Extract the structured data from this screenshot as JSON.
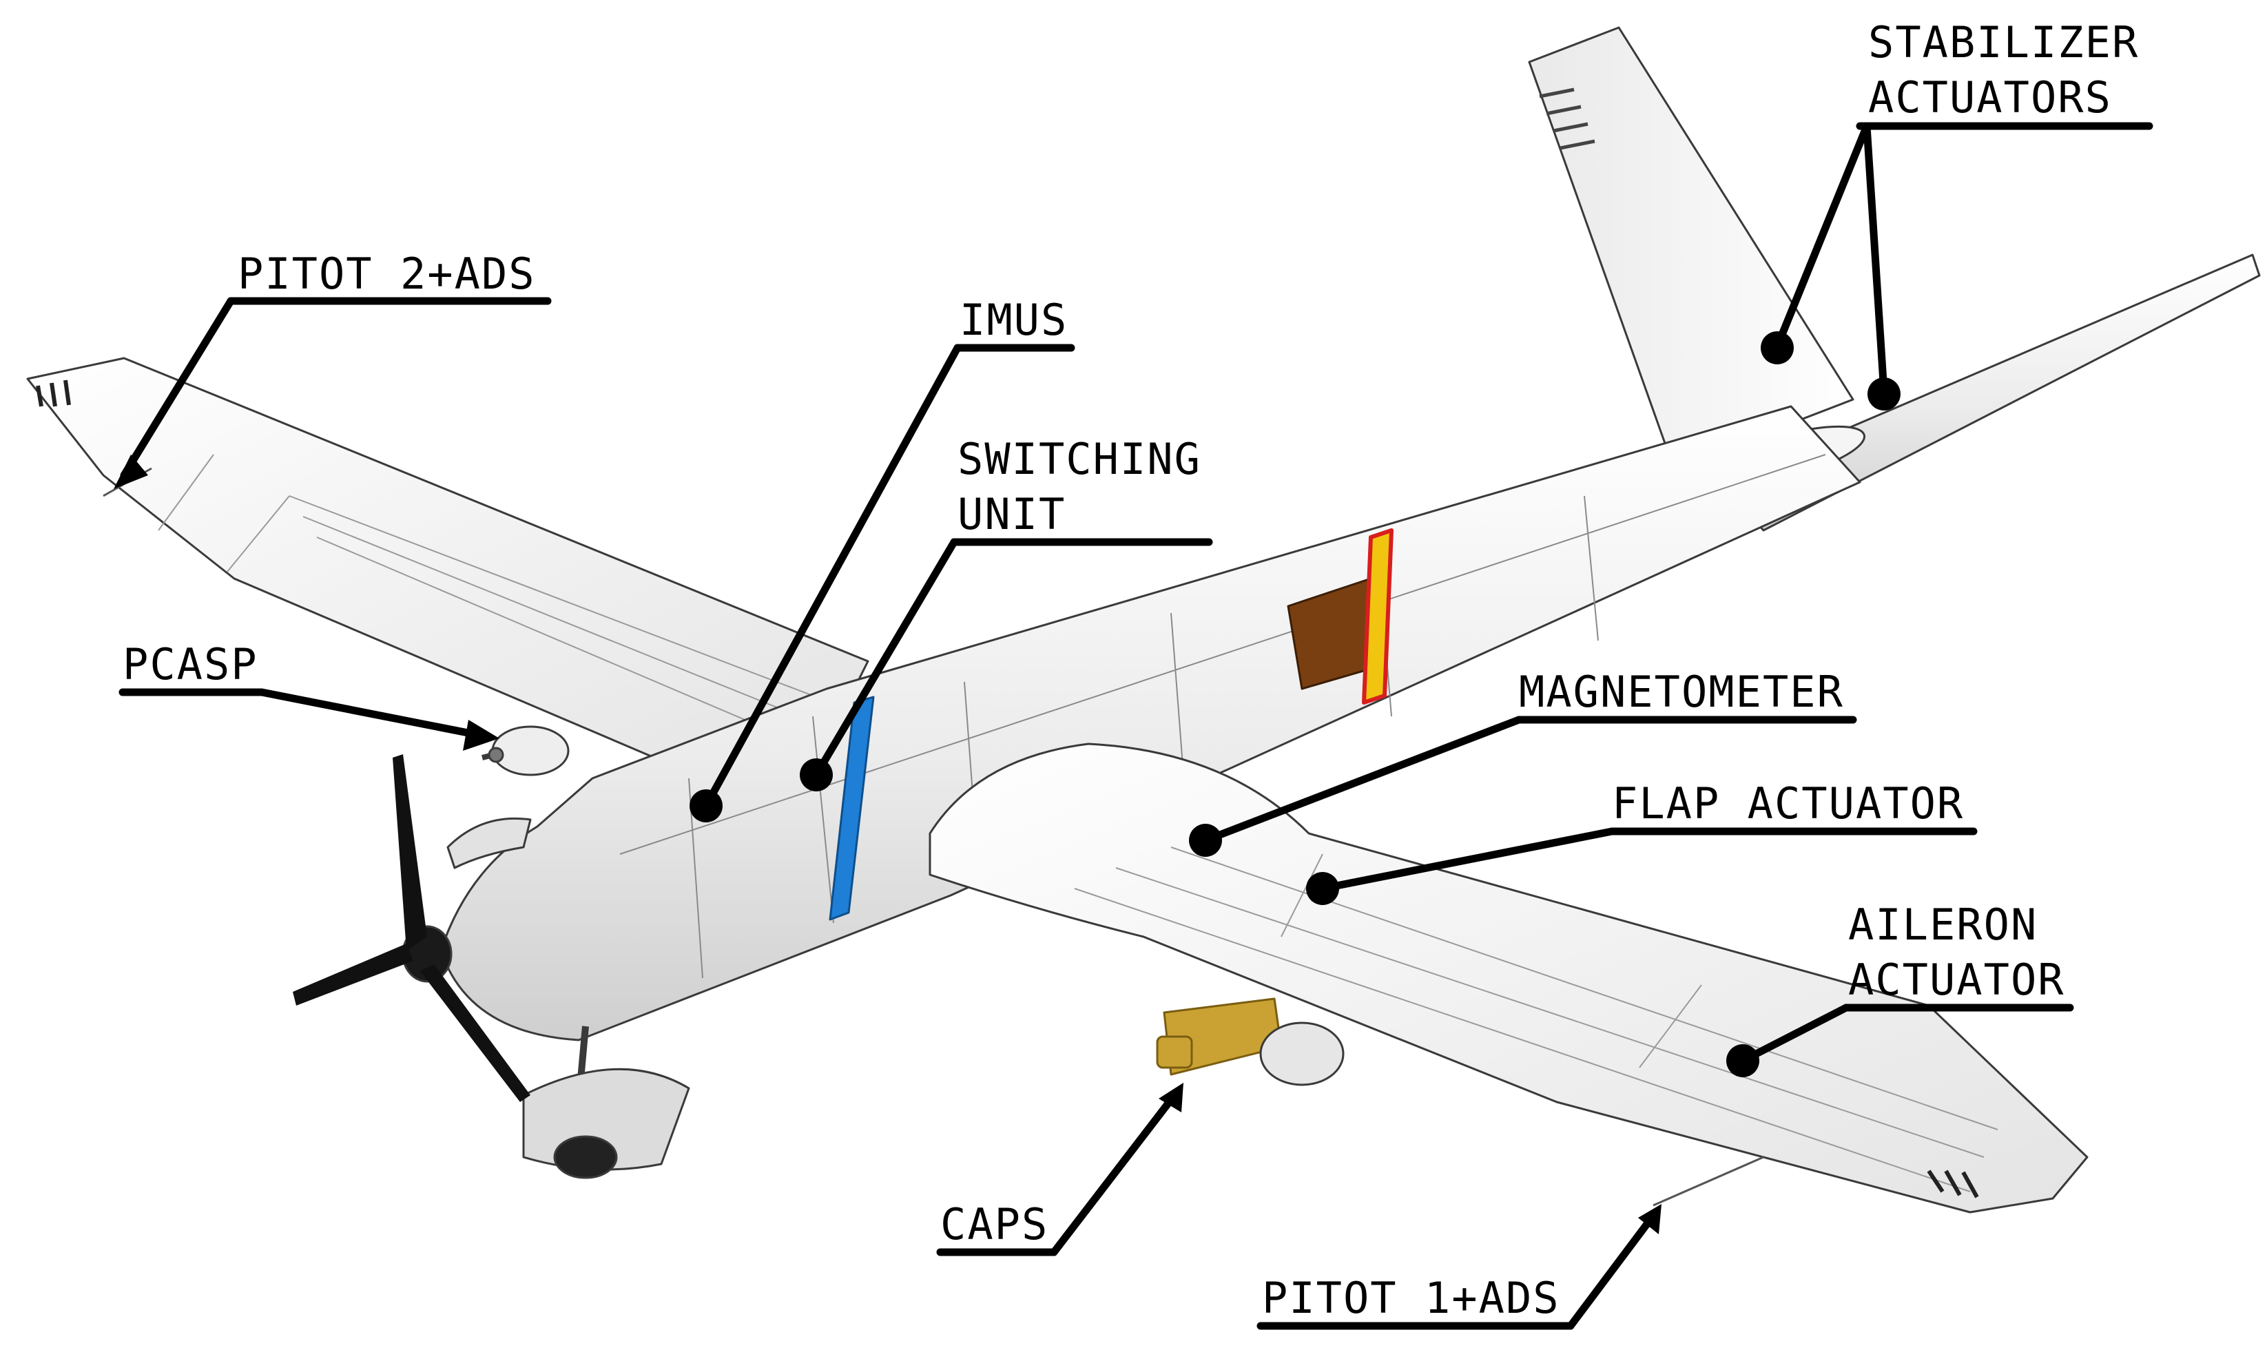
{
  "labels": {
    "stabilizer_actuators": {
      "line1": "STABILIZER",
      "line2": "ACTUATORS"
    },
    "pitot2": "PITOT 2+ADS",
    "imus": "IMUS",
    "switching_unit": {
      "line1": "SWITCHING",
      "line2": "UNIT"
    },
    "pcasp": "PCASP",
    "magnetometer": "MAGNETOMETER",
    "flap_actuator": "FLAP ACTUATOR",
    "aileron_actuator": {
      "line1": "AILERON",
      "line2": "ACTUATOR"
    },
    "caps": "CAPS",
    "pitot1": "PITOT 1+ADS"
  },
  "colors": {
    "airframe": "#f4f4f4",
    "outline": "#3a3a3a",
    "nacelle_panel": "#7a3f10",
    "blue_band": "#1f7fd6",
    "red_band": "#d81e1e",
    "yellow_band": "#f1c40f",
    "caps_probe": "#c9a233",
    "propeller": "#111111"
  }
}
